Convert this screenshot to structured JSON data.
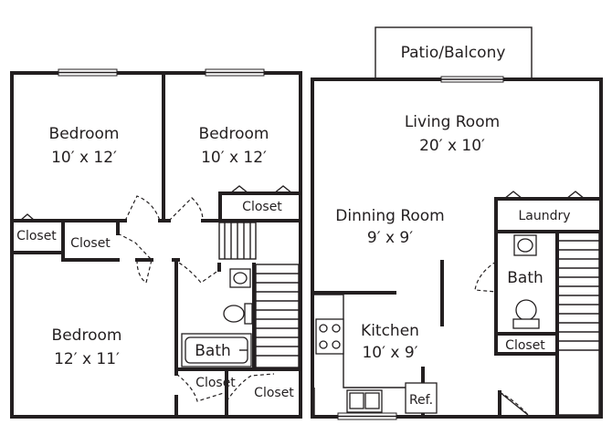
{
  "plan": {
    "left_unit": {
      "bedroom_top_left": {
        "name": "Bedroom",
        "size": "10′ x 12′"
      },
      "bedroom_top_right": {
        "name": "Bedroom",
        "size": "10′ x 12′"
      },
      "bedroom_bottom": {
        "name": "Bedroom",
        "size": "12′ x 11′"
      },
      "closet_top_right": "Closet",
      "closet_left": "Closet",
      "closet_hall": "Closet",
      "closet_bottom_mid": "Closet",
      "closet_bottom_right": "Closet",
      "bath": "Bath"
    },
    "right_unit": {
      "patio": "Patio/Balcony",
      "living_room": {
        "name": "Living Room",
        "size": "20′ x 10′"
      },
      "dining_room": {
        "name": "Dinning Room",
        "size": "9′ x 9′"
      },
      "kitchen": {
        "name": "Kitchen",
        "size": "10′ x 9′"
      },
      "laundry": "Laundry",
      "bath": "Bath",
      "closet": "Closet",
      "ref": "Ref."
    }
  }
}
